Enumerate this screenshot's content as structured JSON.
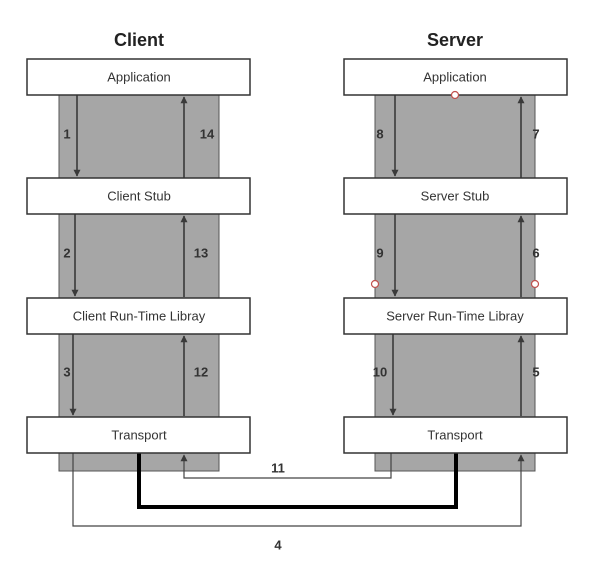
{
  "client": {
    "title": "Client",
    "layers": [
      "Application",
      "Client Stub",
      "Client Run-Time Libray",
      "Transport"
    ],
    "down_steps": [
      "1",
      "2",
      "3"
    ],
    "up_steps": [
      "14",
      "13",
      "12"
    ]
  },
  "server": {
    "title": "Server",
    "layers": [
      "Application",
      "Server Stub",
      "Server Run-Time Libray",
      "Transport"
    ],
    "down_steps": [
      "8",
      "9",
      "10"
    ],
    "up_steps": [
      "7",
      "6",
      "5"
    ]
  },
  "links": {
    "upper": "11",
    "lower": "4"
  },
  "colors": {
    "column_fill": "#a6a6a6",
    "box_fill": "#ffffff",
    "line": "#333333",
    "connector_dot": "#c0504d"
  }
}
